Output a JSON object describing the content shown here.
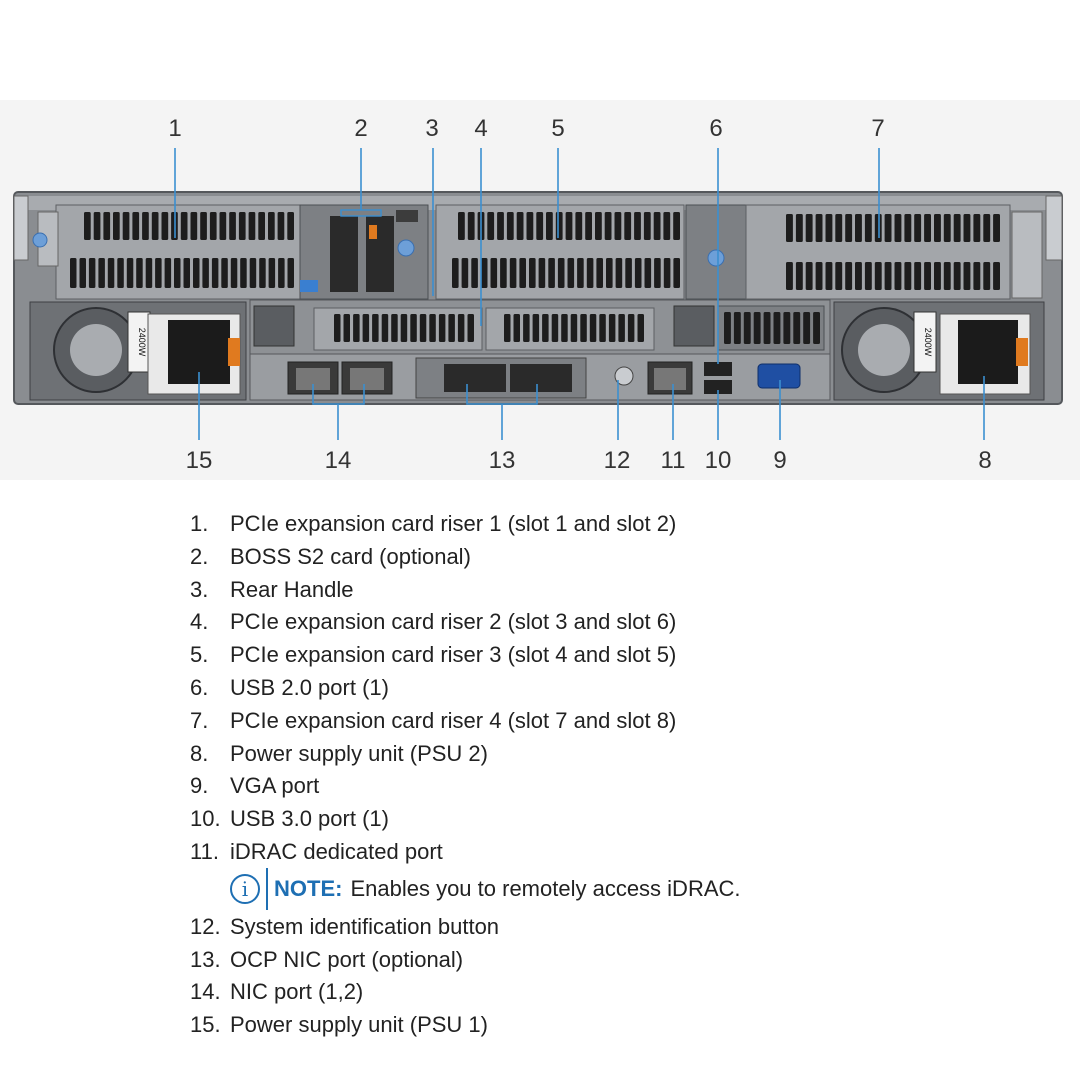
{
  "diagram": {
    "callouts": [
      "1",
      "2",
      "3",
      "4",
      "5",
      "6",
      "7",
      "15",
      "14",
      "13",
      "12",
      "11",
      "10",
      "9",
      "8"
    ],
    "psu_label": "2400W",
    "colors": {
      "chassis": "#8a8d91",
      "chassis_dark": "#4a4d52",
      "chassis_light": "#b7babe",
      "leader": "#3b8fd0",
      "vga": "#1f4fa3",
      "tab": "#3a7fd0",
      "latch": "#e07a1f"
    }
  },
  "legend": [
    {
      "num": "1.",
      "text": "PCIe expansion card riser 1 (slot 1 and slot 2)"
    },
    {
      "num": "2.",
      "text": "BOSS S2 card (optional)"
    },
    {
      "num": "3.",
      "text": "Rear Handle"
    },
    {
      "num": "4.",
      "text": "PCIe expansion card riser 2 (slot 3 and slot 6)"
    },
    {
      "num": "5.",
      "text": "PCIe expansion card riser 3 (slot 4 and slot 5)"
    },
    {
      "num": "6.",
      "text": "USB 2.0 port (1)"
    },
    {
      "num": "7.",
      "text": "PCIe expansion card riser 4 (slot 7 and slot 8)"
    },
    {
      "num": "8.",
      "text": "Power supply unit (PSU 2)"
    },
    {
      "num": "9.",
      "text": "VGA port"
    },
    {
      "num": "10.",
      "text": "USB 3.0 port (1)"
    },
    {
      "num": "11.",
      "text": "iDRAC dedicated port"
    },
    {
      "num": "12.",
      "text": "System identification button"
    },
    {
      "num": "13.",
      "text": "OCP NIC port (optional)"
    },
    {
      "num": "14.",
      "text": "NIC port (1,2)"
    },
    {
      "num": "15.",
      "text": "Power supply unit (PSU 1)"
    }
  ],
  "note": {
    "icon": "info-icon",
    "label": "NOTE:",
    "text": "Enables you to remotely access iDRAC."
  }
}
